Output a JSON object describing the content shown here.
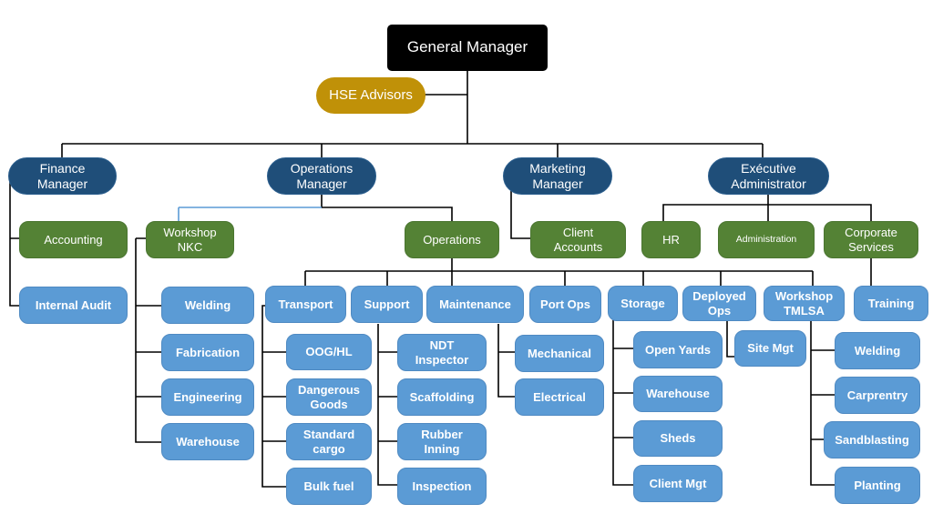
{
  "title": "Organization Chart",
  "top": {
    "general_manager": "General Manager",
    "hse_advisors": "HSE Advisors"
  },
  "managers": {
    "finance": "Finance\nManager",
    "operations": "Operations\nManager",
    "marketing": "Marketing\nManager",
    "executive": "Exécutive\nAdministrator"
  },
  "departments": {
    "accounting": "Accounting",
    "workshop_nkc": "Workshop\nNKC",
    "operations": "Operations",
    "client_accounts": "Client\nAccounts",
    "hr": "HR",
    "administration": "Administration",
    "corporate_services": "Corporate\nServices"
  },
  "finance_units": [
    "Internal Audit"
  ],
  "workshop_nkc_units": [
    "Welding",
    "Fabrication",
    "Engineering",
    "Warehouse"
  ],
  "operations_units": [
    "Transport",
    "Support",
    "Maintenance",
    "Port Ops",
    "Storage",
    "Deployed\nOps",
    "Workshop\nTMLSA"
  ],
  "corporate_units": [
    "Training"
  ],
  "transport_units": [
    "OOG/HL",
    "Dangerous\nGoods",
    "Standard\ncargo",
    "Bulk fuel"
  ],
  "support_units": [
    "NDT\nInspector",
    "Scaffolding",
    "Rubber\nInning",
    "Inspection"
  ],
  "maintenance_units": [
    "Mechanical",
    "Electrical"
  ],
  "storage_units": [
    "Open Yards",
    "Warehouse",
    "Sheds",
    "Client Mgt"
  ],
  "deployed_ops_units": [
    "Site Mgt"
  ],
  "workshop_tmlsa_units": [
    "Welding",
    "Carprentry",
    "Sandblasting",
    "Planting"
  ],
  "colors": {
    "general_manager": "#000000",
    "hse": "#c09108",
    "manager": "#1f4e79",
    "department": "#548235",
    "unit": "#5b9bd5",
    "connector": "#000000"
  }
}
